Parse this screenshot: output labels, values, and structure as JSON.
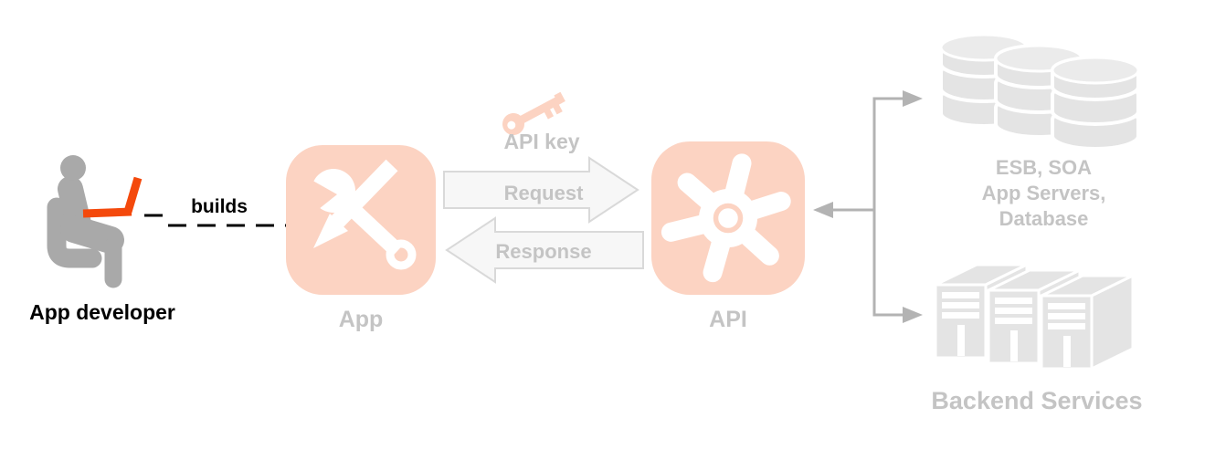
{
  "developer": {
    "name": "App developer",
    "action": "builds"
  },
  "app": {
    "label": "App"
  },
  "api_key": {
    "label": "API key"
  },
  "arrows": {
    "request": "Request",
    "response": "Response"
  },
  "api": {
    "label": "API"
  },
  "backend_db": {
    "line1": "ESB, SOA",
    "line2": "App Servers,",
    "line3": "Database"
  },
  "backend_services": {
    "label": "Backend Services"
  },
  "icons": {
    "developer": "person-with-laptop-icon",
    "app": "wrench-and-pencil-icon",
    "api_key": "key-icon",
    "api": "cog-spoke-icon",
    "request": "block-arrow-right-icon",
    "response": "block-arrow-left-icon",
    "connector": "branch-arrows-icon",
    "backend_db": "database-stack-icon",
    "backend_services": "server-rack-icon",
    "builds_line": "dashed-line"
  },
  "colors": {
    "accent_orange": "#f4490c",
    "icon_salmon": "#fcd3c2",
    "label_gray": "#c4c4c4",
    "dark_text": "#000000",
    "shape_gray": "#e4e4e4",
    "person_gray": "#a9a9a9",
    "connector_gray": "#b3b3b3",
    "arrow_fill": "#f7f7f7",
    "arrow_border": "#d9d9d9"
  }
}
